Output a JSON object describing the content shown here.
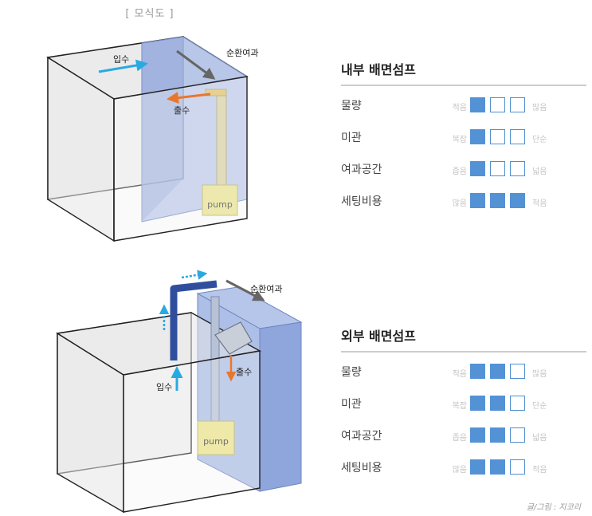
{
  "diagram_title": "[ 모식도 ]",
  "top_diagram": {
    "inflow": "입수",
    "circulation": "순환여과",
    "outflow": "출수",
    "pump": "pump"
  },
  "bottom_diagram": {
    "inflow": "입수",
    "circulation": "순환여과",
    "outflow": "출수",
    "pump": "pump"
  },
  "panels": [
    {
      "title": "내부 배면섬프",
      "rows": [
        {
          "label": "물량",
          "low": "적음",
          "high": "많음",
          "level": 1
        },
        {
          "label": "미관",
          "low": "복잡",
          "high": "단순",
          "level": 1
        },
        {
          "label": "여과공간",
          "low": "좁음",
          "high": "넓음",
          "level": 1
        },
        {
          "label": "세팅비용",
          "low": "많음",
          "high": "적음",
          "level": 3
        }
      ]
    },
    {
      "title": "외부 배면섬프",
      "rows": [
        {
          "label": "물량",
          "low": "적음",
          "high": "많음",
          "level": 2
        },
        {
          "label": "미관",
          "low": "복잡",
          "high": "단순",
          "level": 2
        },
        {
          "label": "여과공간",
          "low": "좁음",
          "high": "넓음",
          "level": 2
        },
        {
          "label": "세팅비용",
          "low": "많음",
          "high": "적음",
          "level": 2
        }
      ]
    }
  ],
  "credit": "글/그림 : 지코리",
  "colors": {
    "accent_blue": "#5492d6",
    "inflow_arrow": "#29a9e1",
    "outflow_arrow": "#e8772e",
    "pump": "#ece58a",
    "sump": "#9fb4e3"
  }
}
